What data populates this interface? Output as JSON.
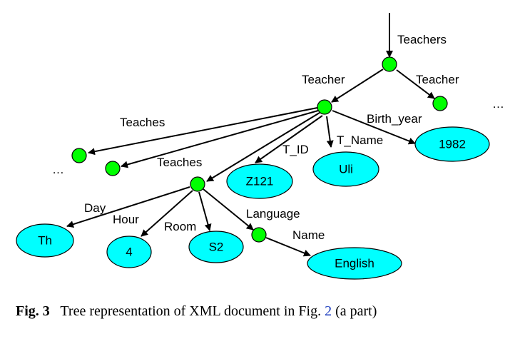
{
  "edges": {
    "teachers": "Teachers",
    "teacher_1": "Teacher",
    "teacher_2": "Teacher",
    "teaches_1": "Teaches",
    "teaches_2": "Teaches",
    "t_id": "T_ID",
    "t_name": "T_Name",
    "birth_year": "Birth_year",
    "day": "Day",
    "hour": "Hour",
    "room": "Room",
    "language": "Language",
    "name": "Name"
  },
  "values": {
    "t_id": "Z121",
    "t_name": "Uli",
    "birth_year": "1982",
    "day": "Th",
    "hour": "4",
    "room": "S2",
    "name": "English"
  },
  "ellipsis": "…",
  "caption": {
    "label": "Fig. 3",
    "text_before": "Tree representation of XML document in Fig.",
    "ref": "2",
    "text_after": "(a part)"
  },
  "colors": {
    "element_node": "#00ff00",
    "value_node": "#00ffff",
    "edge": "#000000"
  }
}
